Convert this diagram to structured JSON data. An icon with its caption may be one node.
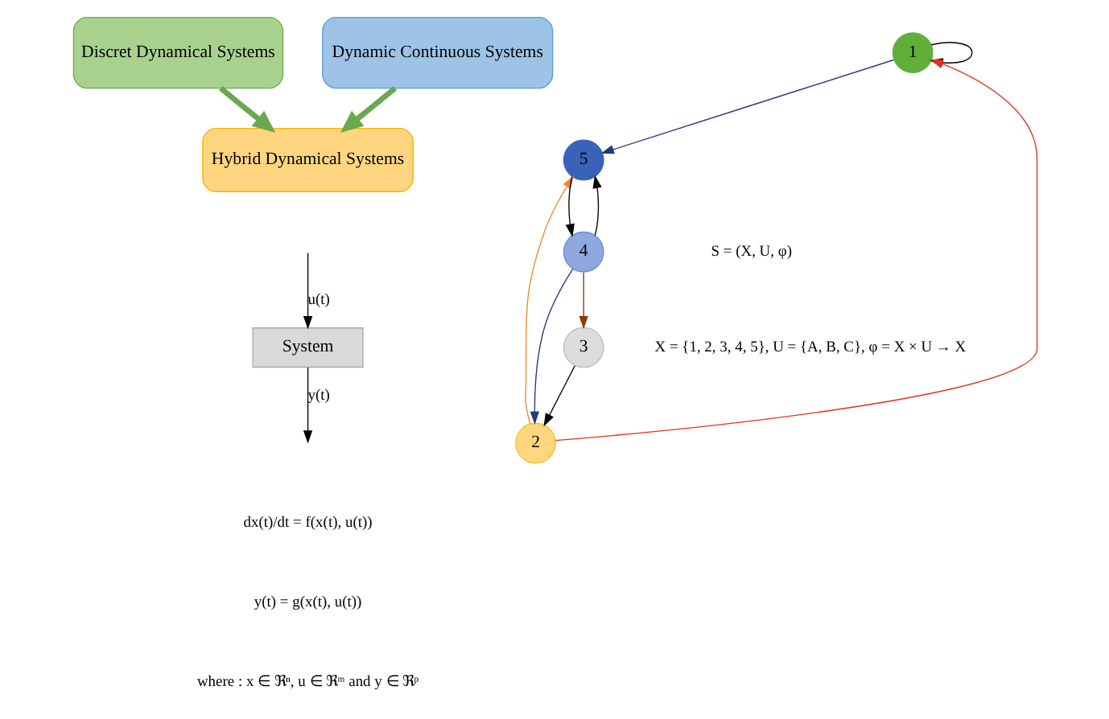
{
  "diagram": {
    "nodes": [
      {
        "text": [
          "Discret Dynamical Systems"
        ]
      },
      {
        "text": [
          "Dynamic Continuous Systems"
        ]
      },
      {
        "text": [
          "Hybrid Dynamical Systems"
        ]
      },
      {
        "text": [
          "1"
        ]
      },
      {
        "text": [
          "2"
        ]
      },
      {
        "text": [
          "3"
        ]
      },
      {
        "text": [
          "4"
        ]
      },
      {
        "text": [
          "5"
        ]
      },
      {
        "text": [
          "System"
        ]
      }
    ],
    "edges": [
      {
        "from": 0,
        "to": 2,
        "arrow": "to",
        "style": "thick",
        "color": "#6aa84f"
      },
      {
        "from": 1,
        "to": 2,
        "arrow": "to",
        "style": "thick",
        "color": "#6aa84f"
      },
      {
        "from": 4,
        "to": 3,
        "arrow": "to",
        "color": "#e03020"
      },
      {
        "from": 3,
        "to": 3,
        "arrow": "to"
      },
      {
        "from": 3,
        "to": 7,
        "arrow": "to",
        "color": "#263a7a"
      },
      {
        "from": 4,
        "to": 7,
        "arrow": "to",
        "color": "#f08a30"
      },
      {
        "from": 5,
        "to": 4,
        "arrow": "to"
      },
      {
        "from": 6,
        "to": 4,
        "arrow": "to",
        "color": "#263a7a"
      },
      {
        "from": 6,
        "to": 5,
        "arrow": "to",
        "color": "#8b3a0a"
      },
      {
        "from": 7,
        "to": 6,
        "arrow": "to"
      },
      {
        "from": 6,
        "to": 7,
        "arrow": "to"
      },
      {
        "from": null,
        "to": 8,
        "arrow": "to",
        "label": "u(t)"
      },
      {
        "from": 8,
        "to": null,
        "arrow": "to",
        "label": "y(t)"
      }
    ],
    "labels": [
      "S = (X, U, φ)",
      "X = {1, 2, 3, 4, 5}, U = {A, B, C}, φ = X × U → X",
      "dx(t)/dt = f(x(t), u(t))",
      "y(t) = g(x(t), u(t))",
      "where : x ∈ ℜⁿ, u ∈ ℜᵐ and y ∈ ℜᵖ"
    ]
  }
}
